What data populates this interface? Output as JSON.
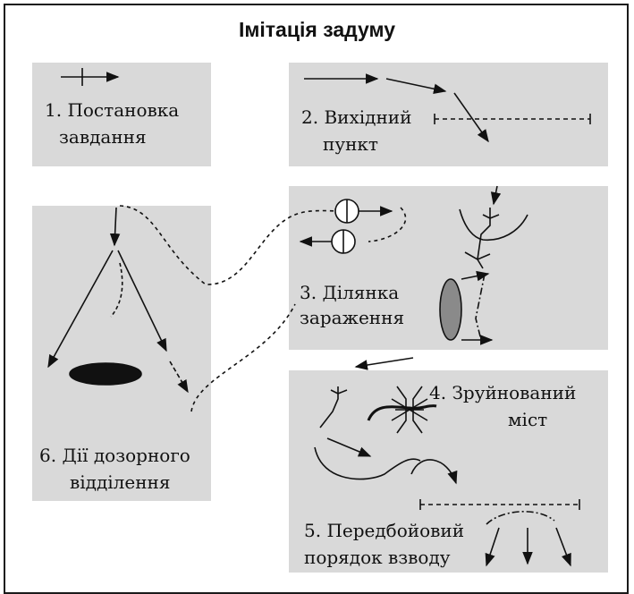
{
  "title": "Імітація задуму",
  "panels": [
    {
      "id": 1,
      "lines": [
        "1. Постановка",
        "завдання"
      ]
    },
    {
      "id": 2,
      "lines": [
        "2. Вихідний",
        "пункт"
      ]
    },
    {
      "id": 3,
      "lines": [
        "3. Ділянка",
        "зараження"
      ]
    },
    {
      "id": 4,
      "lines": [
        "4. Зруйнований",
        "міст"
      ]
    },
    {
      "id": 5,
      "lines": [
        "5. Передбойовий",
        "порядок взводу"
      ]
    },
    {
      "id": 6,
      "lines": [
        "6. Дії дозорного",
        "відділення"
      ]
    }
  ],
  "colors": {
    "panel_bg": "#d9d9d9",
    "ink": "#111111",
    "ellipse_fill": "#8a8a8a"
  }
}
